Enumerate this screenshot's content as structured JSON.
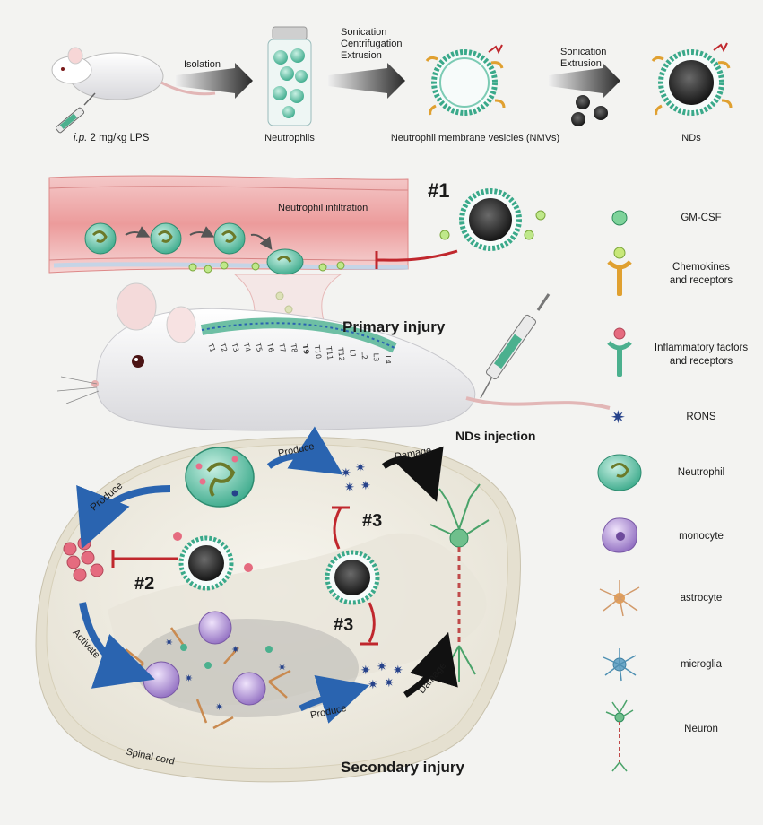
{
  "top_row": {
    "lps_label_italic": "i.p.",
    "lps_label_rest": " 2 mg/kg LPS",
    "isolation": "Isolation",
    "neutrophils": "Neutrophils",
    "step2": "Sonication\nCentrifugation\nExtrusion",
    "nmv": "Neutrophil membrane vesicles (NMVs)",
    "step3": "Sonication\nExtrusion",
    "nds": "NDs"
  },
  "main": {
    "marker1": "#1",
    "infiltration": "Neutrophil infiltration",
    "primary_injury": "Primary injury",
    "nds_injection": "NDs injection",
    "spine_labels": [
      "T1",
      "T2",
      "T3",
      "T4",
      "T5",
      "T6",
      "T7",
      "T8",
      "T9",
      "T10",
      "T11",
      "T12",
      "L1",
      "L2",
      "L3",
      "L4"
    ],
    "produce_left": "Produce",
    "produce_top": "Produce",
    "damage_top": "Damage",
    "marker2": "#2",
    "marker3a": "#3",
    "marker3b": "#3",
    "activate": "Activate",
    "produce_bottom": "Produce",
    "damage_bottom": "Damage",
    "spinal_cord": "Spinal cord",
    "secondary_injury": "Secondary injury"
  },
  "legend": [
    {
      "icon": "gm-csf-icon",
      "label": "GM-CSF"
    },
    {
      "icon": "chemokine-receptor-icon",
      "label": "Chemokines\nand receptors"
    },
    {
      "icon": "inflammatory-receptor-icon",
      "label": "Inflammatory factors\nand receptors"
    },
    {
      "icon": "rons-icon",
      "label": "RONS"
    },
    {
      "icon": "neutrophil-icon",
      "label": "Neutrophil"
    },
    {
      "icon": "monocyte-icon",
      "label": "monocyte"
    },
    {
      "icon": "astrocyte-icon",
      "label": "astrocyte"
    },
    {
      "icon": "microglia-icon",
      "label": "microglia"
    },
    {
      "icon": "neuron-icon",
      "label": "Neuron"
    }
  ],
  "colors": {
    "neutrophil": "#3aa98a",
    "vessel": "#e9a3a3",
    "inhibit": "#c0272d",
    "arrow_blue": "#2a64b0",
    "rons": "#26428a",
    "monocyte": "#9a78c4"
  }
}
